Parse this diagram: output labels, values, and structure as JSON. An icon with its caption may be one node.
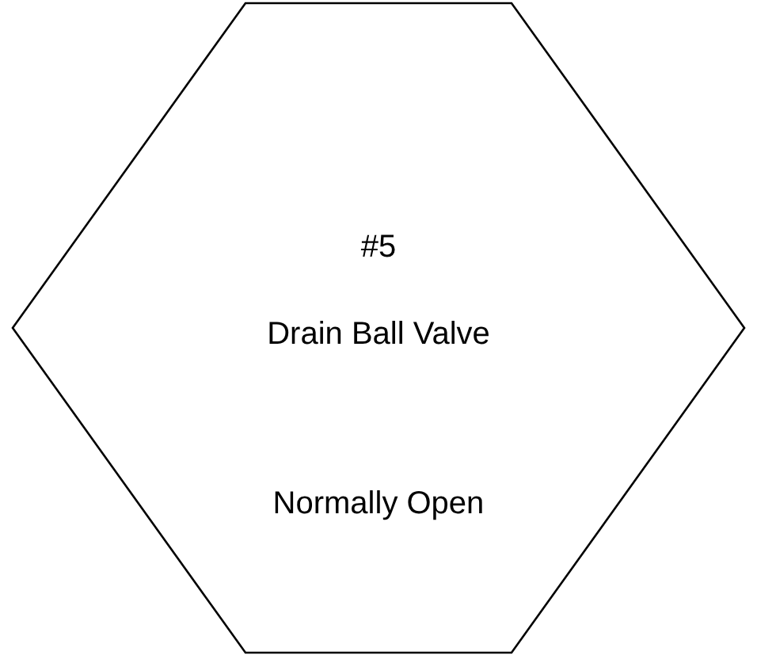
{
  "diagram": {
    "nodes": [
      {
        "text": [
          "#5",
          "Drain Ball Valve",
          "Normally Open"
        ]
      }
    ]
  }
}
